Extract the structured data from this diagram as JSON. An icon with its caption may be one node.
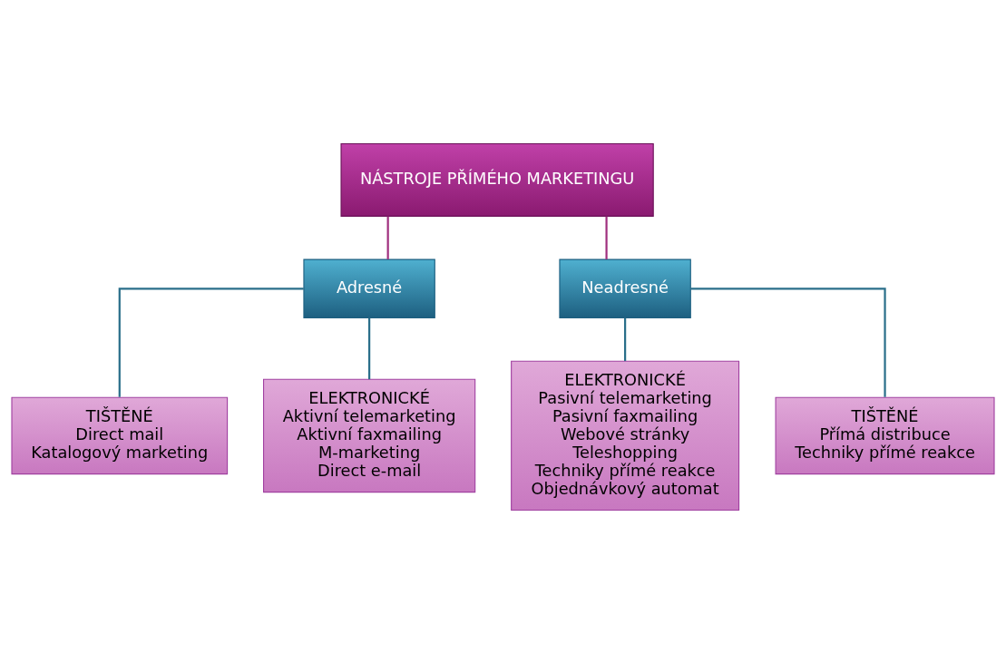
{
  "diagram": {
    "nodes": [
      {
        "text": [
          "NÁSTROJE PŘÍMÉHO MARKETINGU"
        ]
      },
      {
        "text": [
          "Adresné"
        ]
      },
      {
        "text": [
          "Neadresné"
        ]
      },
      {
        "text": [
          "TIŠTĚNÉ",
          "Direct mail",
          "Katalogový marketing"
        ]
      },
      {
        "text": [
          "ELEKTRONICKÉ",
          "Aktivní telemarketing",
          "Aktivní faxmailing",
          "M-marketing",
          "Direct e-mail"
        ]
      },
      {
        "text": [
          "ELEKTRONICKÉ",
          "Pasivní telemarketing",
          "Pasivní faxmailing",
          "Webové stránky",
          "Teleshopping",
          "Techniky přímé reakce",
          "Objednávkový automat"
        ]
      },
      {
        "text": [
          "TIŠTĚNÉ",
          "Přímá distribuce",
          "Techniky přímé reakce"
        ]
      }
    ],
    "edges": [
      {
        "from": 0,
        "to": 1,
        "arrow": "none",
        "color": "#a0307f"
      },
      {
        "from": 0,
        "to": 2,
        "arrow": "none",
        "color": "#a0307f"
      },
      {
        "from": 1,
        "to": 3,
        "arrow": "none"
      },
      {
        "from": 1,
        "to": 4,
        "arrow": "none"
      },
      {
        "from": 2,
        "to": 5,
        "arrow": "none"
      },
      {
        "from": 2,
        "to": 6,
        "arrow": "none"
      }
    ]
  }
}
